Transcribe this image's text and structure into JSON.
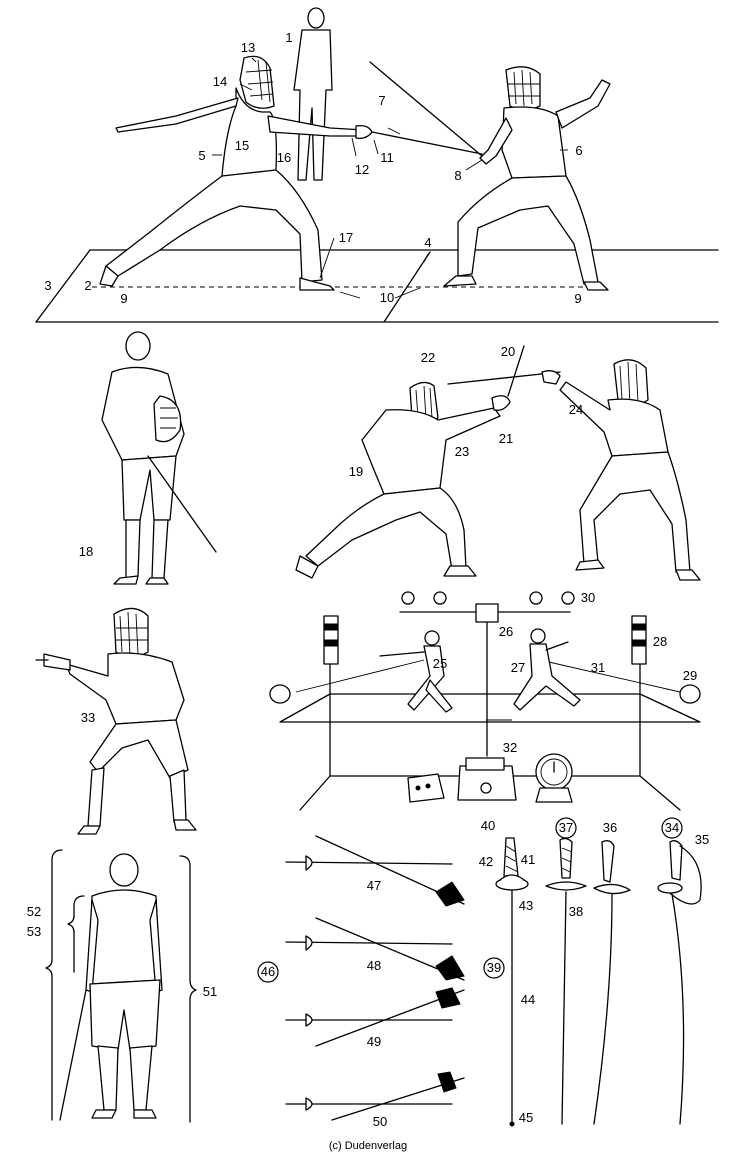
{
  "labels": [
    "1",
    "2",
    "3",
    "4",
    "5",
    "6",
    "7",
    "8",
    "9",
    "9",
    "10",
    "11",
    "12",
    "13",
    "14",
    "15",
    "16",
    "17",
    "18",
    "19",
    "20",
    "21",
    "22",
    "23",
    "24",
    "25",
    "26",
    "27",
    "28",
    "29",
    "30",
    "31",
    "32",
    "33",
    "34",
    "35",
    "36",
    "37",
    "38",
    "39",
    "40",
    "41",
    "42",
    "43",
    "44",
    "45",
    "46",
    "47",
    "48",
    "49",
    "50",
    "51",
    "52",
    "53"
  ],
  "circled": [
    "34",
    "37",
    "39",
    "46"
  ],
  "copyright": "(c) Dudenverlag"
}
